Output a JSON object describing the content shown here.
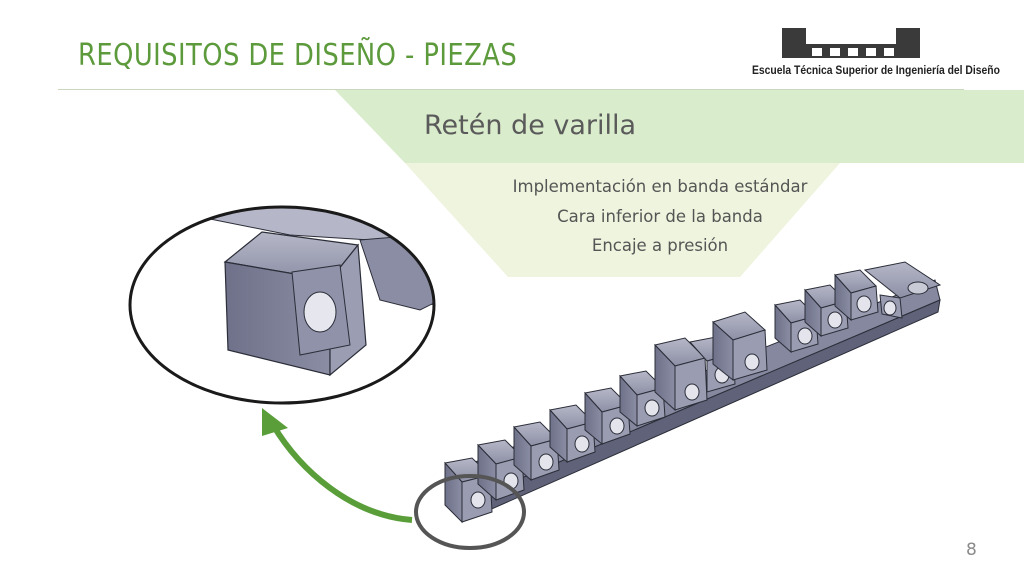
{
  "slide": {
    "title": "REQUISITOS DE DISEÑO - PIEZAS",
    "subtitle": "Retén de varilla",
    "bullets": [
      "Implementación en banda estándar",
      "Cara inferior de la banda",
      "Encaje a presión"
    ],
    "page_number": "8"
  },
  "logo": {
    "text": "Escuela Técnica Superior de Ingeniería del Diseño"
  },
  "colors": {
    "title": "#5c9a3c",
    "header_band": "#d9eccc",
    "bullet_band": "#edf4dc",
    "arrow": "#5a9e3a",
    "part_fill": "#7c7f96",
    "outline": "#222222"
  }
}
